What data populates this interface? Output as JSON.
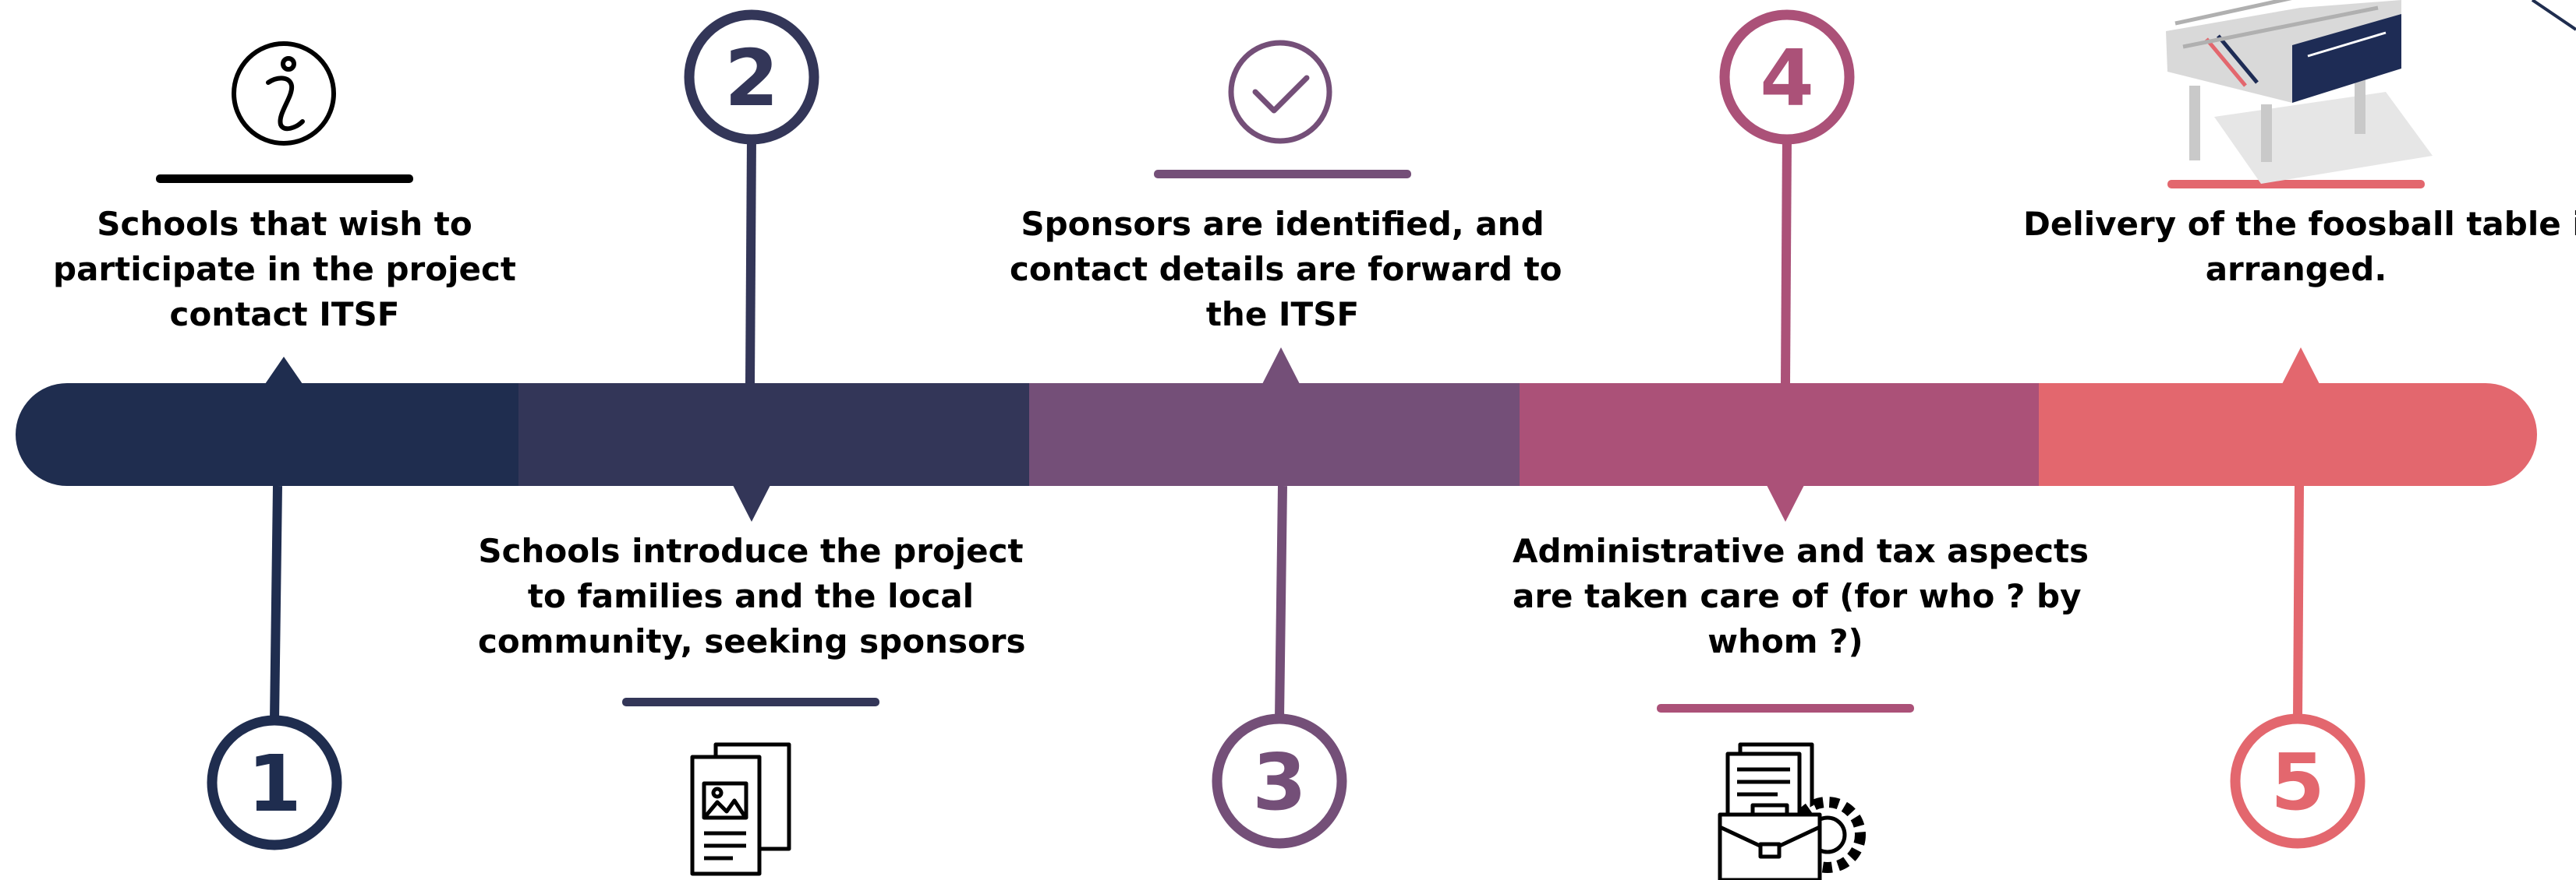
{
  "colors": {
    "step1": "#1f2d4f",
    "step2": "#333658",
    "step3": "#744f78",
    "step4": "#ab5178",
    "step5": "#e3676e",
    "text": "#000000"
  },
  "steps": [
    {
      "number": "1",
      "icon": "info-icon",
      "caption_lines": [
        "Schools that wish to",
        "participate in the project",
        "contact ITSF"
      ]
    },
    {
      "number": "2",
      "icon": "brochure-icon",
      "caption_lines": [
        "Schools introduce the project",
        "to families and the local",
        "community, seeking sponsors"
      ]
    },
    {
      "number": "3",
      "icon": "check-circle-icon",
      "caption_lines": [
        "Sponsors are identified, and",
        "contact details are forward to",
        "the ITSF"
      ]
    },
    {
      "number": "4",
      "icon": "briefcase-gear-icon",
      "caption_lines": [
        "Administrative and tax aspects",
        "are taken care of (for who ? by",
        "whom ?)"
      ]
    },
    {
      "number": "5",
      "icon": "foosball-table-image",
      "caption_lines": [
        "Delivery of the foosball table is",
        "arranged."
      ]
    }
  ]
}
